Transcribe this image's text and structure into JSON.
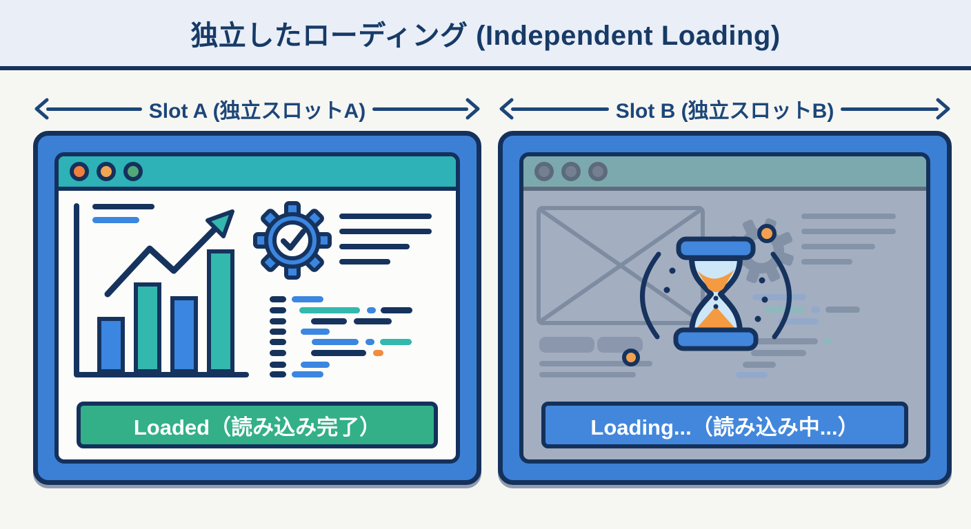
{
  "header": {
    "title": "独立したローディング (Independent Loading)"
  },
  "slot_a": {
    "label": "Slot A (独立スロットA)",
    "status": "Loaded（読み込み完了）",
    "state": "loaded",
    "window": {
      "traffic_lights": [
        "orange",
        "amber",
        "green"
      ]
    },
    "icons": [
      "bar-chart-icon",
      "trend-arrow-icon",
      "gear-check-icon",
      "text-lines-icon",
      "code-lines-icon"
    ]
  },
  "slot_b": {
    "label": "Slot B (独立スロットB)",
    "status": "Loading...（読み込み中...）",
    "state": "loading",
    "window": {
      "traffic_lights": [
        "muted",
        "muted",
        "muted"
      ]
    },
    "icons": [
      "image-placeholder-icon",
      "hourglass-icon",
      "muted-gear-icon",
      "text-lines-icon",
      "code-lines-icon",
      "spark-dot-icon"
    ]
  },
  "colors": {
    "navy_outline": "#14315c",
    "line_navy": "#16335e",
    "panel_blue": "#3c80d6",
    "titlebar_teal": "#2eb1b7",
    "loaded_green": "#33b087",
    "loading_blue": "#4287dc",
    "accent_blue": "#3b86e0",
    "accent_teal": "#33b8ad",
    "accent_orange": "#f28c3e",
    "sand_orange": "#f49a40",
    "glass_blue": "#cde7f8",
    "muted_bg": "#a3aec0",
    "muted_stroke": "#7e8ca2",
    "header_bg": "#e9eef7",
    "page_bg": "#f6f6f3"
  }
}
